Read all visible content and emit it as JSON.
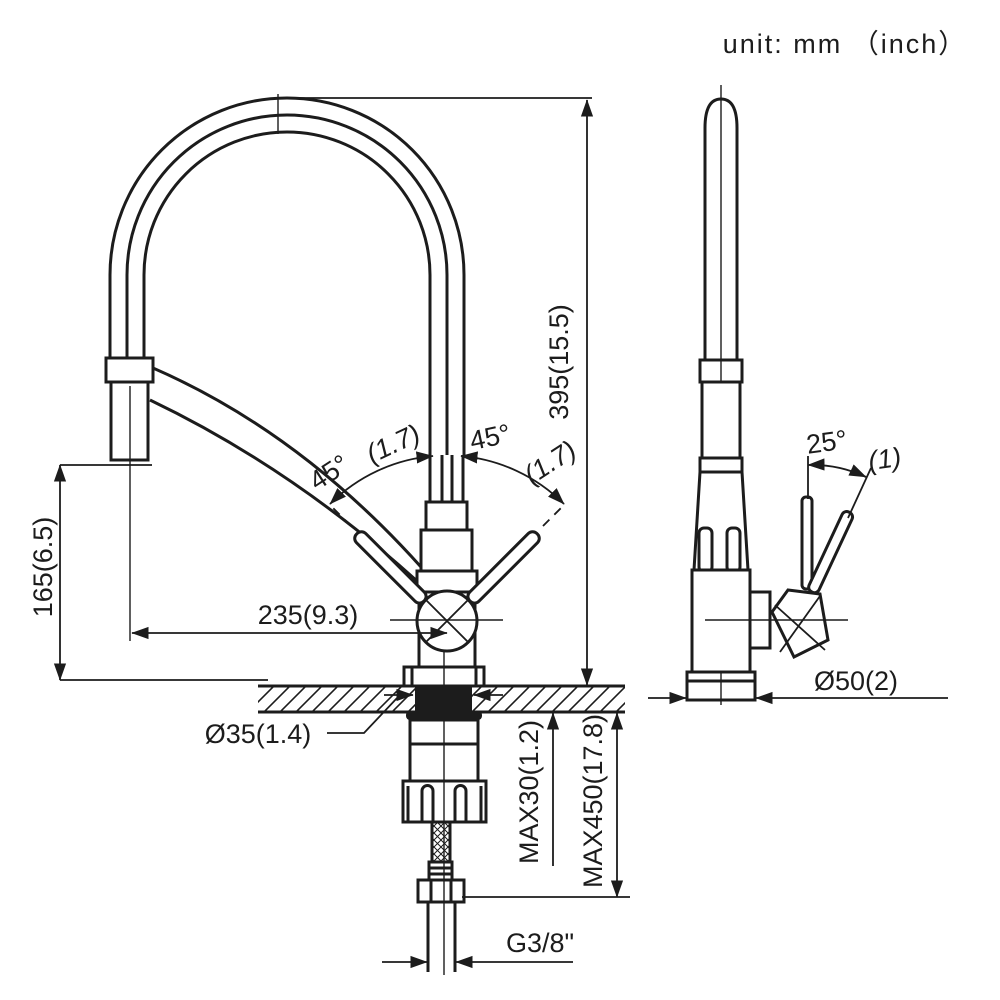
{
  "unit_label": "unit:  mm （inch）",
  "front": {
    "total_height": "395(15.5)",
    "spout_height": "165(6.5)",
    "spout_reach": "235(9.3)",
    "hole_diameter": "Ø35(1.4)",
    "max_deck_thickness": "MAX30(1.2)",
    "max_hose_length": "MAX450(17.8)",
    "inlet_thread": "G3/8\"",
    "swing_left_angle": "45°",
    "swing_left_inch": "(1.7)",
    "swing_right_angle": "45°",
    "swing_right_inch": "(1.7)"
  },
  "side": {
    "handle_angle": "25°",
    "handle_angle_inch": "(1)",
    "base_diameter": "Ø50(2)"
  },
  "colors": {
    "ink": "#1c1c1c",
    "paper": "#ffffff"
  }
}
